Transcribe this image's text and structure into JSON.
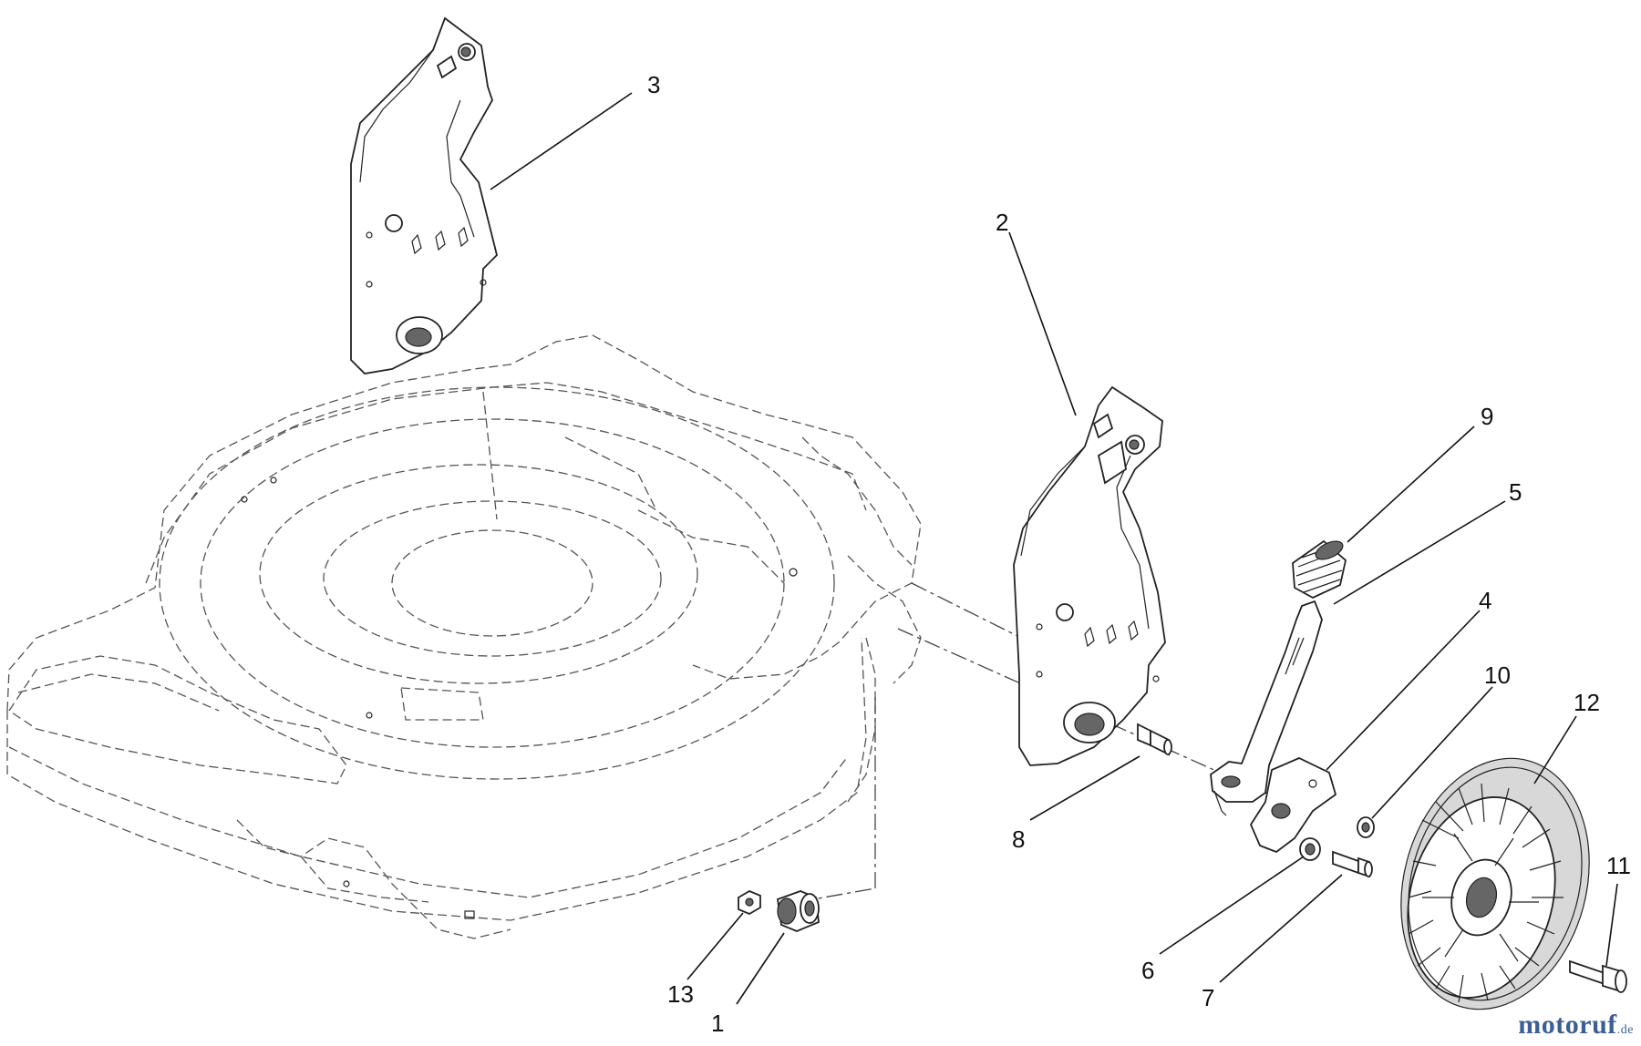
{
  "callouts": {
    "part_1": "1",
    "part_2": "2",
    "part_3": "3",
    "part_4": "4",
    "part_5": "5",
    "part_6": "6",
    "part_7": "7",
    "part_8": "8",
    "part_9": "9",
    "part_10": "10",
    "part_11": "11",
    "part_12": "12",
    "part_13": "13"
  },
  "watermark": {
    "main": "motoruf",
    "suffix": ".de"
  },
  "colors": {
    "line": "#222222",
    "watermark": "#3c5f96"
  }
}
